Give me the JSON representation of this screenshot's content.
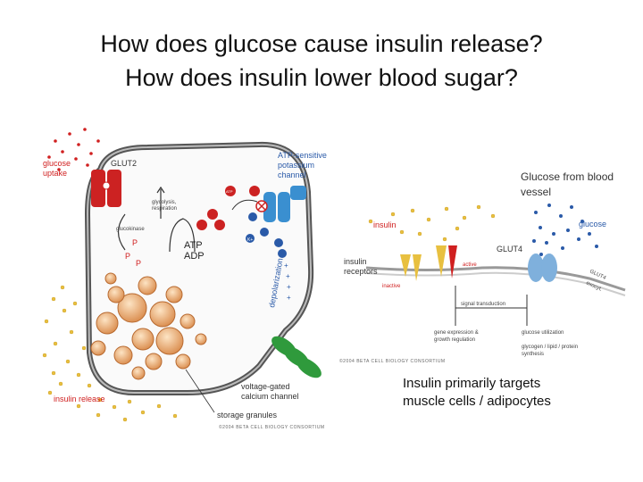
{
  "title": {
    "line1": "How does glucose cause insulin release?",
    "line2": "How does insulin lower blood sugar?"
  },
  "notes": {
    "glucose_from_vessel_1": "Glucose from blood",
    "glucose_from_vessel_2": "vessel",
    "insulin_targets_1": "Insulin primarily targets",
    "insulin_targets_2": "muscle cells / adipocytes"
  },
  "beta_cell": {
    "glucose_uptake_1": "glucose",
    "glucose_uptake_2": "uptake",
    "glut2": "GLUT2",
    "glycolysis_1": "glycolysis,",
    "glycolysis_2": "respiration",
    "glucokinase": "glucokinase",
    "atp": "ATP",
    "adp": "ADP",
    "k_channel_1": "ATP-sensitive",
    "k_channel_2": "potassium",
    "k_channel_3": "channel",
    "depolarization": "depolarization",
    "ca_channel_1": "voltage-gated",
    "ca_channel_2": "calcium channel",
    "storage_granules": "storage granules",
    "insulin_release": "insulin release",
    "k_ion": "K+",
    "atp_token": "ATP",
    "p_token": "P",
    "copyright": "©2004 BETA CELL BIOLOGY CONSORTIUM"
  },
  "target_cell": {
    "insulin": "insulin",
    "glucose": "glucose",
    "glut4": "GLUT4",
    "receptors_1": "insulin",
    "receptors_2": "receptors",
    "active": "active",
    "inactive": "inactive",
    "signal": "signal transduction",
    "gene_1": "gene expression &",
    "gene_2": "growth regulation",
    "glucose_util": "glucose utilization",
    "glycogen_1": "glycogen / lipid / protein",
    "glycogen_2": "synthesis",
    "exocytosis_1": "GLUT4",
    "exocytosis_2": "exocyt.",
    "copyright": "©2004 BETA CELL BIOLOGY CONSORTIUM"
  },
  "colors": {
    "insulin_dot": "#e8c040",
    "glucose_dot": "#2a5aa8",
    "glut2": "#cc2222",
    "k_channel": "#3a8fd0",
    "ca_channel": "#2f9a3c",
    "granule": "#e8a060",
    "membrane": "#555555"
  }
}
